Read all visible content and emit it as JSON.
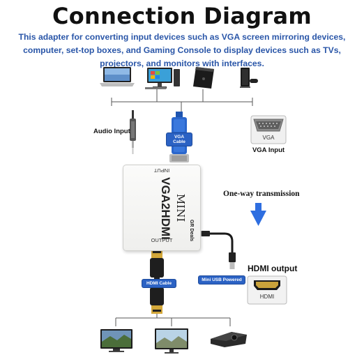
{
  "header": {
    "title": "Connection Diagram",
    "subtitle": "This adapter for converting input devices such as VGA screen mirroring devices, computer, set-top boxes, and Gaming Console to display devices such as TVs, projectors, and monitors with interfaces."
  },
  "labels": {
    "audio_input": "Audio Input",
    "vga_cable": "VGA Cable",
    "vga_port": "VGA",
    "vga_input": "VGA Input",
    "one_way": "One-way transmission",
    "hdmi_output": "HDMI output",
    "hdmi_port": "HDMI",
    "hdmi_cable": "HDMI Cable",
    "mini_usb": "Mini USB Powered"
  },
  "adapter": {
    "input": "INPUT",
    "model": "VGA2HDMI",
    "mini": "MINI",
    "brand": "GR Deals",
    "output": "OUTPUT"
  },
  "colors": {
    "accent_blue": "#2a56a8",
    "tag_blue": "#2b62c4",
    "arrow_blue": "#2e6ee0"
  }
}
